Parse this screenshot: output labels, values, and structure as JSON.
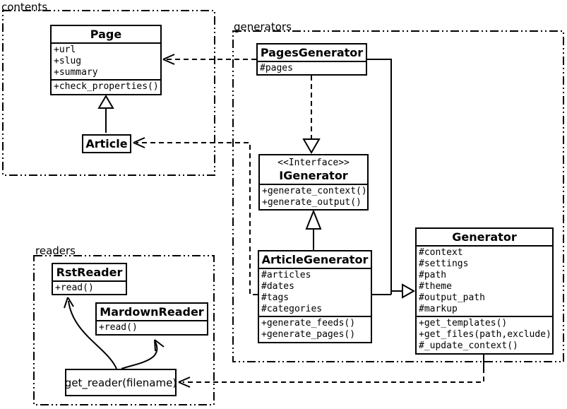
{
  "packages": {
    "contents": {
      "label": "contents"
    },
    "generators": {
      "label": "generators"
    },
    "readers": {
      "label": "readers"
    }
  },
  "classes": {
    "page": {
      "name": "Page",
      "attributes": [
        "+url",
        "+slug",
        "+summary"
      ],
      "methods": [
        "+check_properties()"
      ]
    },
    "article": {
      "name": "Article"
    },
    "pages_generator": {
      "name": "PagesGenerator",
      "attributes": [
        "#pages"
      ]
    },
    "igenerator": {
      "stereotype": "<<Interface>>",
      "name": "IGenerator",
      "methods": [
        "+generate_context()",
        "+generate_output()"
      ]
    },
    "article_generator": {
      "name": "ArticleGenerator",
      "attributes": [
        "#articles",
        "#dates",
        "#tags",
        "#categories"
      ],
      "methods": [
        "+generate_feeds()",
        "+generate_pages()"
      ]
    },
    "generator": {
      "name": "Generator",
      "attributes": [
        "#context",
        "#settings",
        "#path",
        "#theme",
        "#output_path",
        "#markup"
      ],
      "methods": [
        "+get_templates()",
        "+get_files(path,exclude)",
        "#_update_context()"
      ]
    },
    "rst_reader": {
      "name": "RstReader",
      "methods": [
        "+read()"
      ]
    },
    "mardown_reader": {
      "name": "MardownReader",
      "methods": [
        "+read()"
      ]
    }
  },
  "nodes": {
    "get_reader": {
      "label": "get_reader(filename)"
    }
  },
  "relationships": [
    {
      "from": "Article",
      "to": "Page",
      "type": "generalization"
    },
    {
      "from": "PagesGenerator",
      "to": "Page",
      "type": "dependency"
    },
    {
      "from": "PagesGenerator",
      "to": "IGenerator",
      "type": "realization"
    },
    {
      "from": "ArticleGenerator",
      "to": "IGenerator",
      "type": "generalization"
    },
    {
      "from": "PagesGenerator",
      "to": "Generator",
      "type": "generalization"
    },
    {
      "from": "ArticleGenerator",
      "to": "Generator",
      "type": "generalization"
    },
    {
      "from": "ArticleGenerator",
      "to": "Article",
      "type": "dependency"
    },
    {
      "from": "Generator",
      "to": "get_reader(filename)",
      "type": "dependency"
    },
    {
      "from": "get_reader(filename)",
      "to": "RstReader",
      "type": "arrow"
    },
    {
      "from": "get_reader(filename)",
      "to": "MardownReader",
      "type": "arrow"
    }
  ],
  "colors": {
    "line": "#000000",
    "background": "#ffffff",
    "box_fill": "#ffffff"
  }
}
